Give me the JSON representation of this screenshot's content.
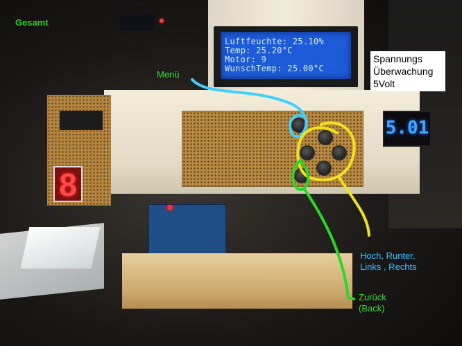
{
  "photo": {
    "lcd_lines": [
      "Luftfeuchte: 25.10%",
      "Temp: 25.20°C",
      "Motor: 9",
      "WunschTemp: 25.00°C"
    ],
    "seven_segment_digit": "8",
    "voltmeter_reading": "5.01"
  },
  "annotations": {
    "gesamt": "Gesamt",
    "menu": "Menü",
    "voltage_monitor": [
      "Spannungs",
      "Überwachung",
      "5Volt"
    ],
    "directions": [
      "Hoch, Runter,",
      "Links , Rechts"
    ],
    "back": [
      "Zurück",
      "(Back)"
    ]
  },
  "colors": {
    "menu_outline": "#3fd0ff",
    "directions_outline": "#f2e21a",
    "back_outline": "#28d828",
    "lcd_backlight": "#1e5bd8",
    "voltmeter_digits": "#3fa8ff"
  }
}
